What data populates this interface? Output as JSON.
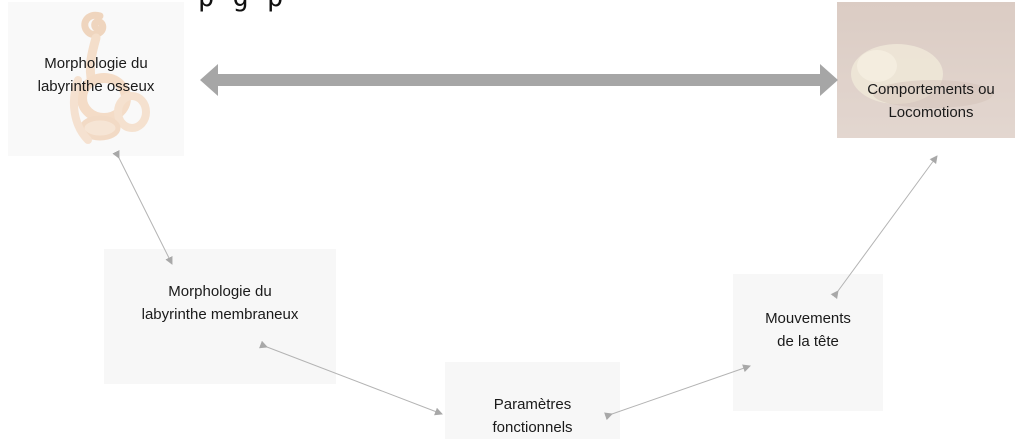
{
  "top_text": "p g p",
  "nodes": {
    "bony_morphology": {
      "line1": "Morphologie du",
      "line2": "labyrinthe osseux"
    },
    "behaviour": {
      "line1": "Comportements ou",
      "line2": "Locomotions"
    },
    "membranous_morphology": {
      "line1": "Morphologie du",
      "line2": "labyrinthe membraneux"
    },
    "head_movements": {
      "line1": "Mouvements",
      "line2": "de la tête"
    },
    "functional_params": {
      "line1": "Paramètres",
      "line2": "fonctionnels"
    }
  },
  "colors": {
    "main_arrow": "#a6a6a6",
    "thin_arrow": "#b3b3b3",
    "box_fill": "#f7f7f7",
    "labyrinth_image": "#f3d9c3",
    "animal_image_bg": "#c9b3a7"
  },
  "images": {
    "bony_labyrinth": "bony-labyrinth-illustration",
    "animal_photo": "burrowing-animal-photo"
  }
}
